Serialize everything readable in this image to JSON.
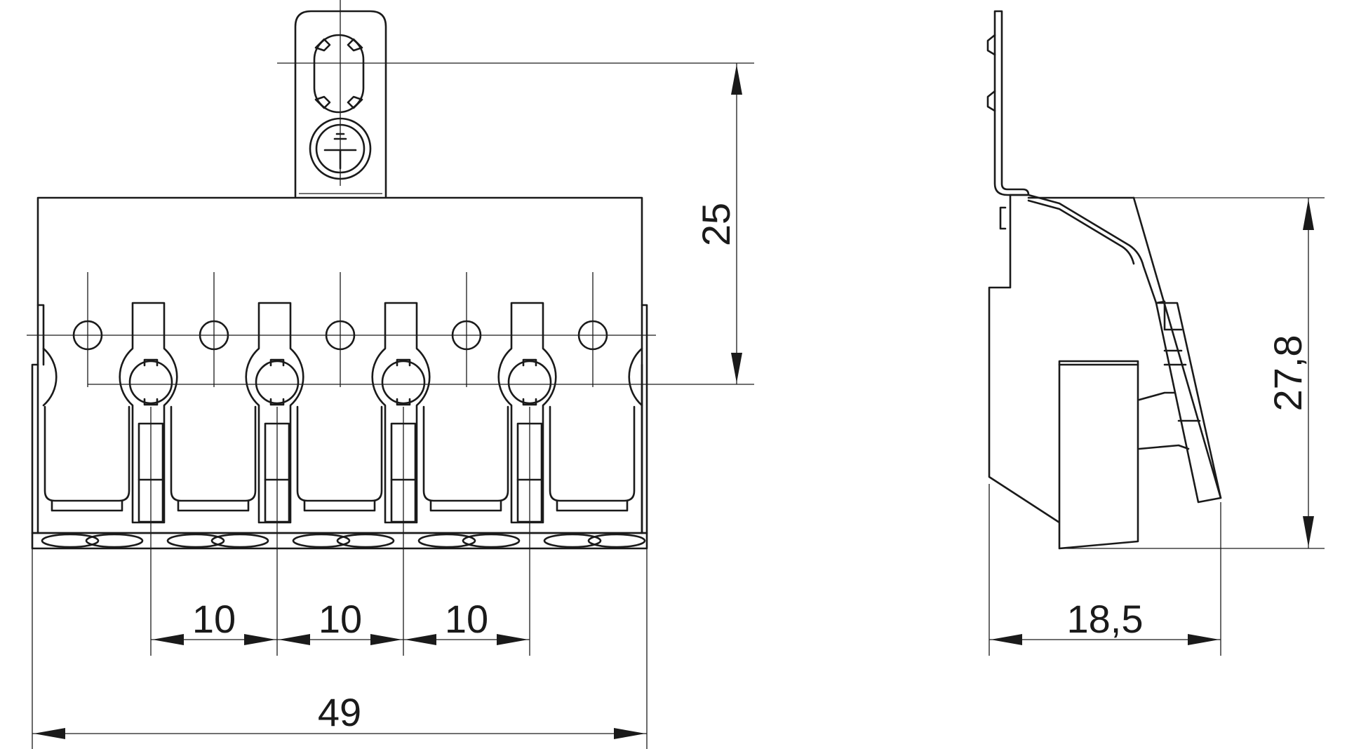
{
  "drawing": {
    "front_view": {
      "dimensions": {
        "pitch_1": "10",
        "pitch_2": "10",
        "pitch_3": "10",
        "overall_width": "49",
        "height_to_terminal_center": "25"
      }
    },
    "side_view": {
      "dimensions": {
        "overall_height": "27,8",
        "depth": "18,5"
      }
    },
    "symbols": {
      "earth": "protective-earth-symbol"
    }
  }
}
